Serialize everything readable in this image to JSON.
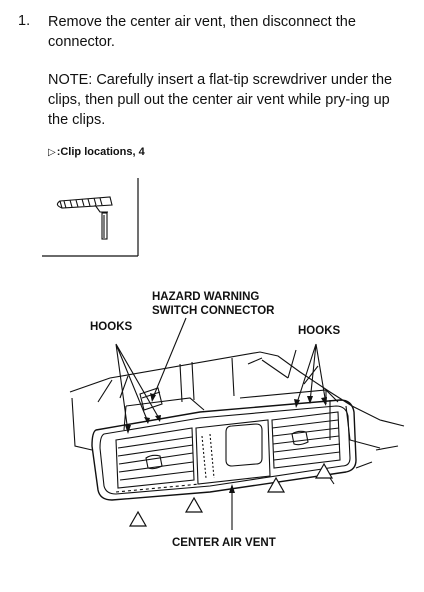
{
  "step": {
    "number": "1.",
    "text": "Remove the center air vent, then disconnect the connector.",
    "note": "NOTE: Carefully insert a flat-tip screwdriver under the clips, then pull out the center air vent while pry-ing up the clips.",
    "clip_marker": "▷",
    "clip_text": ":Clip locations, 4"
  },
  "figure": {
    "hazard_label_line1": "HAZARD WARNING",
    "hazard_label_line2": "SWITCH CONNECTOR",
    "hooks_left": "HOOKS",
    "hooks_right": "HOOKS",
    "center_vent_label": "CENTER AIR VENT"
  }
}
